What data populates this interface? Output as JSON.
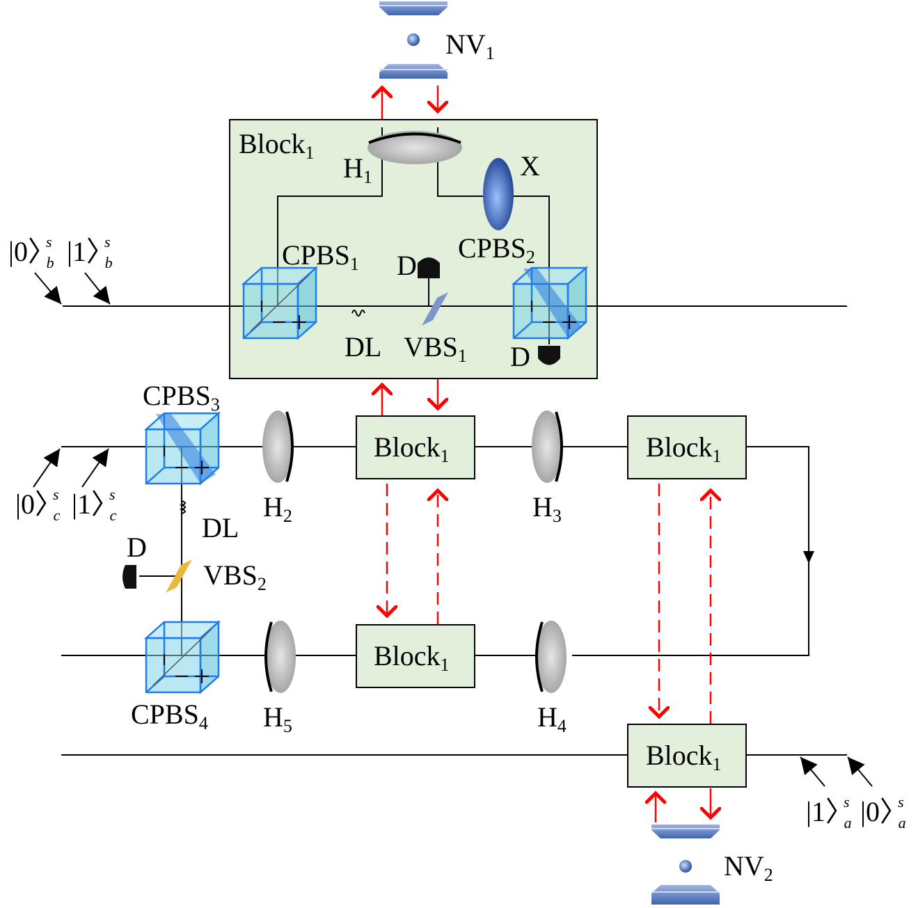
{
  "diagram": {
    "title": "",
    "nodes": {
      "nv1": {
        "label": "NV",
        "sub": "1"
      },
      "nv2": {
        "label": "NV",
        "sub": "2"
      },
      "block_main": {
        "label": "Block",
        "sub": "1"
      },
      "block_top_mid": {
        "label": "Block",
        "sub": "1"
      },
      "block_top_right": {
        "label": "Block",
        "sub": "1"
      },
      "block_bottom_mid": {
        "label": "Block",
        "sub": "1"
      },
      "block_bottom_right": {
        "label": "Block",
        "sub": "1"
      },
      "h1": {
        "label": "H",
        "sub": "1"
      },
      "h2": {
        "label": "H",
        "sub": "2"
      },
      "h3": {
        "label": "H",
        "sub": "3"
      },
      "h4": {
        "label": "H",
        "sub": "4"
      },
      "h5": {
        "label": "H",
        "sub": "5"
      },
      "x_gate": {
        "label": "X"
      },
      "cpbs1": {
        "label": "CPBS",
        "sub": "1"
      },
      "cpbs2": {
        "label": "CPBS",
        "sub": "2"
      },
      "cpbs3": {
        "label": "CPBS",
        "sub": "3"
      },
      "cpbs4": {
        "label": "CPBS",
        "sub": "4"
      },
      "vbs1": {
        "label": "VBS",
        "sub": "1"
      },
      "vbs2": {
        "label": "VBS",
        "sub": "2"
      },
      "dl_block": {
        "label": "DL"
      },
      "dl_left": {
        "label": "DL"
      },
      "detector_vbs1": {
        "label": "D"
      },
      "detector_cpbs2": {
        "label": "D"
      },
      "detector_vbs2": {
        "label": "D"
      }
    },
    "inputs": {
      "b0": {
        "ket": "0",
        "sup": "s",
        "sub": "b"
      },
      "b1": {
        "ket": "1",
        "sup": "s",
        "sub": "b"
      },
      "c0": {
        "ket": "0",
        "sup": "s",
        "sub": "c"
      },
      "c1": {
        "ket": "1",
        "sup": "s",
        "sub": "c"
      },
      "a1": {
        "ket": "1",
        "sup": "s",
        "sub": "a"
      },
      "a0": {
        "ket": "0",
        "sup": "s",
        "sub": "a"
      }
    },
    "colors": {
      "block_fill": "#e2efda",
      "arrow_red": "#ff0000",
      "cube_blue": "#1e7cf0",
      "vbs1": "#7f95c8",
      "vbs2": "#e8b93a",
      "line": "#000000"
    }
  }
}
